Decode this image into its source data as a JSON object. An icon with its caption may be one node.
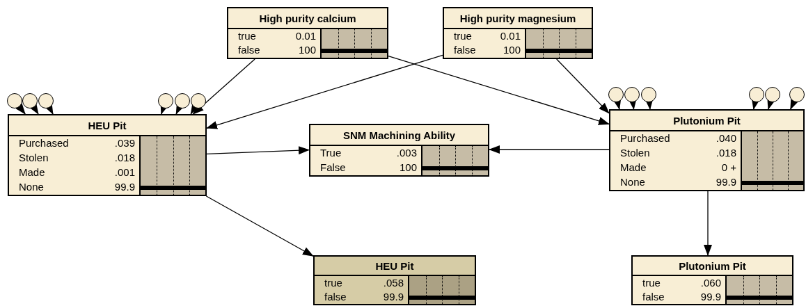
{
  "diagram": {
    "nodes": [
      {
        "text": [
          "High purity calcium",
          "true",
          "0.01",
          "false",
          "100"
        ]
      },
      {
        "text": [
          "High purity magnesium",
          "true",
          "0.01",
          "false",
          "100"
        ]
      },
      {
        "text": [],
        "shape": "circle"
      },
      {
        "text": [],
        "shape": "circle"
      },
      {
        "text": [],
        "shape": "circle"
      },
      {
        "text": [],
        "shape": "circle"
      },
      {
        "text": [],
        "shape": "circle"
      },
      {
        "text": [],
        "shape": "circle"
      },
      {
        "text": [],
        "shape": "circle"
      },
      {
        "text": [],
        "shape": "circle"
      },
      {
        "text": [],
        "shape": "circle"
      },
      {
        "text": [],
        "shape": "circle"
      },
      {
        "text": [],
        "shape": "circle"
      },
      {
        "text": [],
        "shape": "circle"
      },
      {
        "text": [
          "HEU Pit",
          "Purchased",
          ".039",
          "Stolen",
          ".018",
          "Made",
          ".001",
          "None",
          "99.9"
        ]
      },
      {
        "text": [
          "SNM Machining Ability",
          "True",
          ".003",
          "False",
          "100"
        ]
      },
      {
        "text": [
          "Plutonium Pit",
          "Purchased",
          ".040",
          "Stolen",
          ".018",
          "Made",
          "0 +",
          "None",
          "99.9"
        ]
      },
      {
        "text": [
          "HEU Pit",
          "true",
          ".058",
          "false",
          "99.9"
        ]
      },
      {
        "text": [
          "Plutonium Pit",
          "true",
          ".060",
          "false",
          "99.9"
        ]
      }
    ],
    "edges": [
      {
        "from": 0,
        "to": 14,
        "arrow": "to"
      },
      {
        "from": 0,
        "to": 16,
        "arrow": "to"
      },
      {
        "from": 1,
        "to": 14,
        "arrow": "to"
      },
      {
        "from": 1,
        "to": 16,
        "arrow": "to"
      },
      {
        "from": 2,
        "to": 14,
        "arrow": "to"
      },
      {
        "from": 3,
        "to": 14,
        "arrow": "to"
      },
      {
        "from": 4,
        "to": 14,
        "arrow": "to"
      },
      {
        "from": 5,
        "to": 14,
        "arrow": "to"
      },
      {
        "from": 6,
        "to": 14,
        "arrow": "to"
      },
      {
        "from": 7,
        "to": 14,
        "arrow": "to"
      },
      {
        "from": 8,
        "to": 16,
        "arrow": "to"
      },
      {
        "from": 9,
        "to": 16,
        "arrow": "to"
      },
      {
        "from": 10,
        "to": 16,
        "arrow": "to"
      },
      {
        "from": 11,
        "to": 16,
        "arrow": "to"
      },
      {
        "from": 12,
        "to": 16,
        "arrow": "to"
      },
      {
        "from": 13,
        "to": 16,
        "arrow": "to"
      },
      {
        "from": 14,
        "to": 15,
        "arrow": "to"
      },
      {
        "from": 16,
        "to": 15,
        "arrow": "to"
      },
      {
        "from": 14,
        "to": 17,
        "arrow": "to"
      },
      {
        "from": 16,
        "to": 18,
        "arrow": "to"
      }
    ]
  }
}
